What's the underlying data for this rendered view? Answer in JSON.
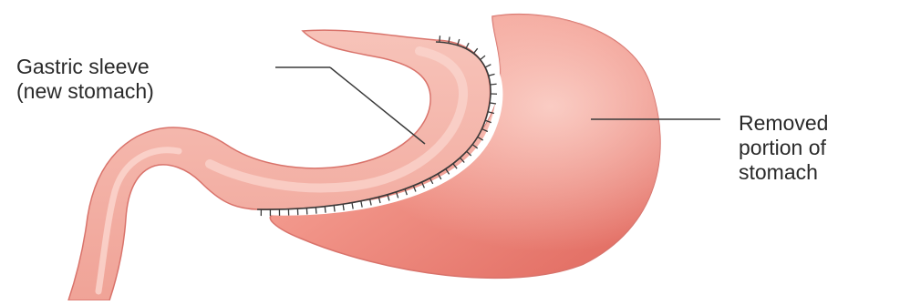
{
  "labels": {
    "sleeve_line1": "Gastric sleeve",
    "sleeve_line2": "(new stomach)",
    "removed_line1": "Removed",
    "removed_line2": "portion of",
    "removed_line3": "stomach"
  },
  "colors": {
    "sleeve_fill": "#f3b0a5",
    "removed_fill": "#ea8379",
    "outline": "#d9736b",
    "staple": "#3a3a3a",
    "leader": "#3a3a3a"
  }
}
